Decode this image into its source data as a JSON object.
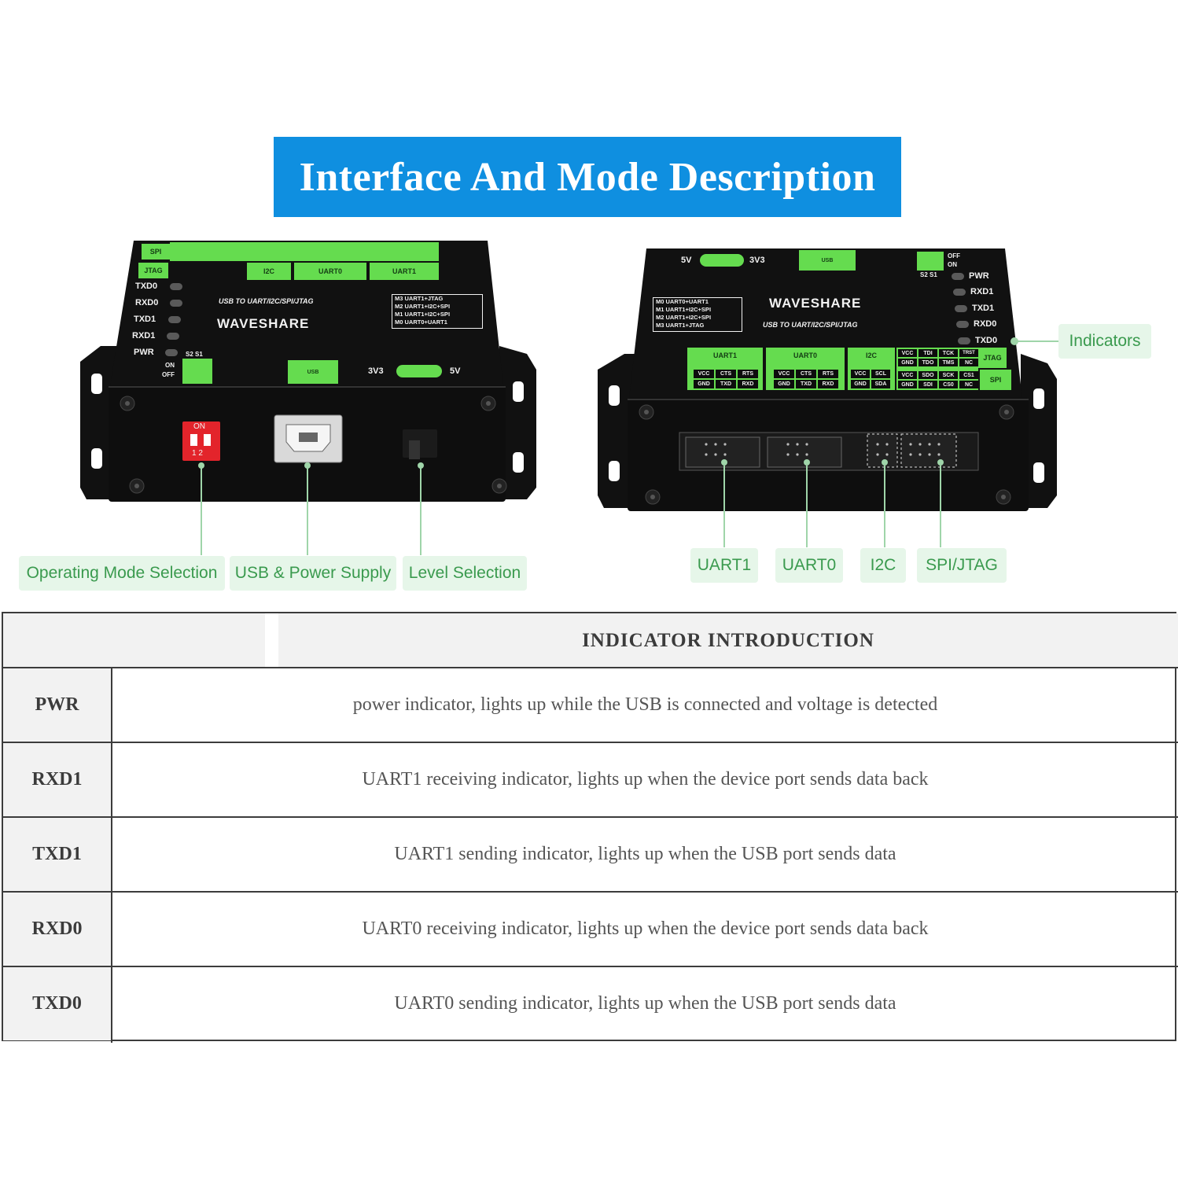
{
  "banner": {
    "title": "Interface And Mode Description"
  },
  "left_device": {
    "indicators": [
      "TXD0",
      "RXD0",
      "TXD1",
      "RXD1",
      "PWR"
    ],
    "panels": [
      "SPI",
      "JTAG",
      "I2C",
      "UART0",
      "UART1"
    ],
    "brand": "WAVESHARE",
    "subtitle": "USB TO UART/I2C/SPI/JTAG",
    "mode_table": [
      "M3  UART1+JTAG",
      "M2  UART1+I2C+SPI",
      "M1  UART1+I2C+SPI",
      "M0  UART0+UART1"
    ],
    "volt_3v3": "3V3",
    "volt_5v": "5V",
    "usb": "USB",
    "switch_on": "ON",
    "switch_off": "OFF",
    "switch_s": "S2 S1",
    "dip_on": "ON",
    "dip_nums": "1  2"
  },
  "right_device": {
    "volt_5v": "5V",
    "volt_3v3": "3V3",
    "usb": "USB",
    "switch_off": "OFF",
    "switch_on": "ON",
    "switch_s": "S2 S1",
    "indicators": [
      "PWR",
      "RXD1",
      "TXD1",
      "RXD0",
      "TXD0"
    ],
    "brand": "WAVESHARE",
    "subtitle": "USB TO UART/I2C/SPI/JTAG",
    "mode_table": [
      "M0  UART0+UART1",
      "M1  UART1+I2C+SPI",
      "M2  UART1+I2C+SPI",
      "M3  UART1+JTAG"
    ],
    "panels": [
      "UART1",
      "UART0",
      "I2C",
      "JTAG",
      "SPI"
    ],
    "uart1_pins": [
      "VCC",
      "CTS",
      "RTS",
      "GND",
      "TXD",
      "RXD"
    ],
    "uart0_pins": [
      "VCC",
      "CTS",
      "RTS",
      "GND",
      "TXD",
      "RXD"
    ],
    "i2c_pins": [
      "VCC",
      "SCL",
      "GND",
      "SDA"
    ],
    "jtag_pins": [
      "VCC",
      "TDI",
      "TCK",
      "TRST",
      "GND",
      "TDO",
      "TMS",
      "NC"
    ],
    "spi_pins": [
      "VCC",
      "SDO",
      "SCK",
      "CS1",
      "GND",
      "SDI",
      "CS0",
      "NC"
    ]
  },
  "callouts": {
    "operating_mode": "Operating Mode Selection",
    "usb_power": "USB & Power Supply",
    "level": "Level Selection",
    "indicators": "Indicators",
    "uart1": "UART1",
    "uart0": "UART0",
    "i2c": "I2C",
    "spi_jtag": "SPI/JTAG"
  },
  "table": {
    "heading": "INDICATOR INTRODUCTION",
    "rows": [
      {
        "key": "PWR",
        "value": "power indicator, lights up while the USB is connected and voltage is detected"
      },
      {
        "key": "RXD1",
        "value": "UART1 receiving indicator, lights up when the device port sends data back"
      },
      {
        "key": "TXD1",
        "value": "UART1 sending indicator, lights up when the USB port sends data"
      },
      {
        "key": "RXD0",
        "value": "UART0 receiving indicator, lights up when the device port sends data back"
      },
      {
        "key": "TXD0",
        "value": "UART0 sending indicator, lights up when the USB port sends data"
      }
    ]
  },
  "colors": {
    "banner": "#0f8fe0",
    "callout_bg": "#e6f6e9",
    "callout_text": "#3a9a4e",
    "panel_green": "#65dc4f"
  }
}
